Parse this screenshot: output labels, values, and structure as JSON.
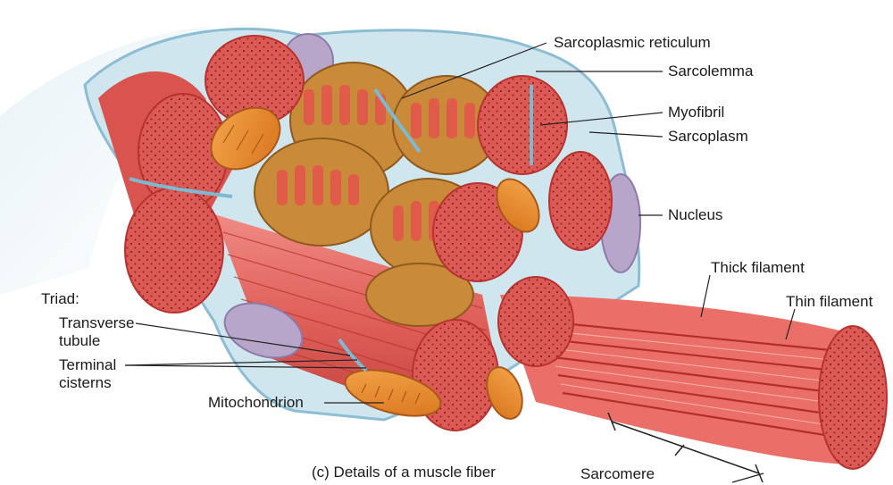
{
  "labels": {
    "sarcoplasmic_reticulum": "Sarcoplasmic reticulum",
    "sarcolemma": "Sarcolemma",
    "myofibril": "Myofibril",
    "sarcoplasm": "Sarcoplasm",
    "nucleus": "Nucleus",
    "thick_filament": "Thick filament",
    "thin_filament": "Thin filament",
    "triad": "Triad:",
    "transverse_tubule_line1": "Transverse",
    "transverse_tubule_line2": "tubule",
    "terminal_cisterns_line1": "Terminal",
    "terminal_cisterns_line2": "cisterns",
    "mitochondrion": "Mitochondrion",
    "sarcomere": "Sarcomere"
  },
  "caption": "(c) Details of a muscle fiber",
  "colors": {
    "myofibril_red": "#d9534f",
    "myofibril_dark": "#b8322f",
    "sarcoplasmic_reticulum": "#c98a3a",
    "mitochondrion": "#e8892a",
    "nucleus": "#b7a6c9",
    "sarcolemma": "#9fc9dc",
    "leader_line": "#222222"
  }
}
